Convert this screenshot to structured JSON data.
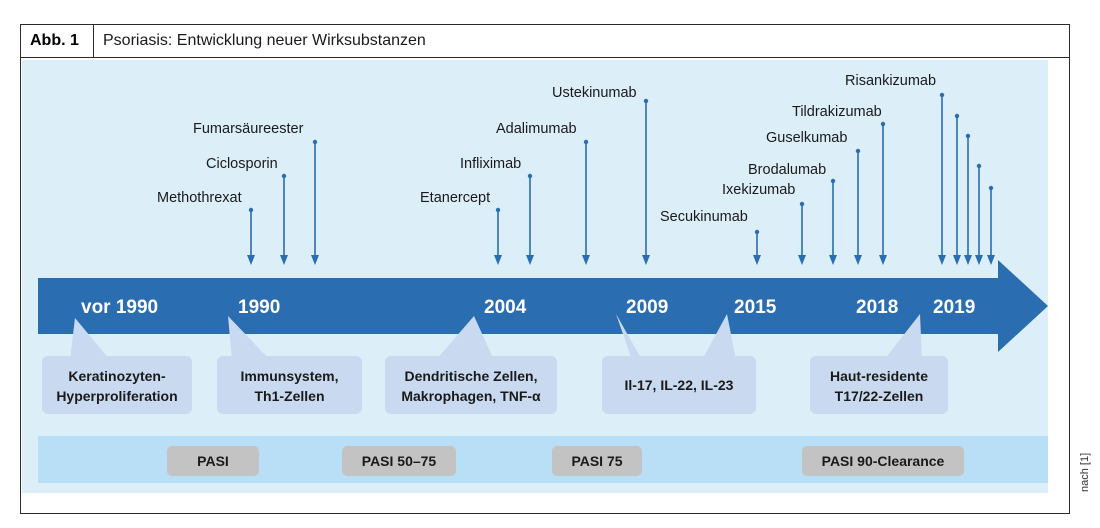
{
  "figure": {
    "number": "Abb. 1",
    "title": "Psoriasis: Entwicklung neuer Wirksubstanzen",
    "credit": "nach [1]"
  },
  "colors": {
    "panel_bg": "#dceef8",
    "arrow": "#2a6db0",
    "callout": "#c9daf0",
    "band": "#b8dff5",
    "box": "#c3c3c3",
    "year_text": "#ffffff"
  },
  "years": [
    "vor 1990",
    "1990",
    "2004",
    "2009",
    "2015",
    "2018",
    "2019"
  ],
  "drugs": [
    "Methothrexat",
    "Ciclosporin",
    "Fumarsäureester",
    "Etanercept",
    "Infliximab",
    "Adalimumab",
    "Ustekinumab",
    "Secukinumab",
    "Ixekizumab",
    "Brodalumab",
    "Guselkumab",
    "Tildrakizumab",
    "Risankizumab"
  ],
  "callouts": [
    [
      "Keratinozyten-",
      "Hyperproliferation"
    ],
    [
      "Immunsystem,",
      "Th1-Zellen"
    ],
    [
      "Dendritische Zellen,",
      "Makrophagen, TNF-α"
    ],
    [
      "Il-17, IL-22, IL-23"
    ],
    [
      "Haut-residente",
      "T17/22-Zellen"
    ]
  ],
  "endpoints": [
    "PASI",
    "PASI 50–75",
    "PASI 75",
    "PASI 90-Clearance"
  ]
}
